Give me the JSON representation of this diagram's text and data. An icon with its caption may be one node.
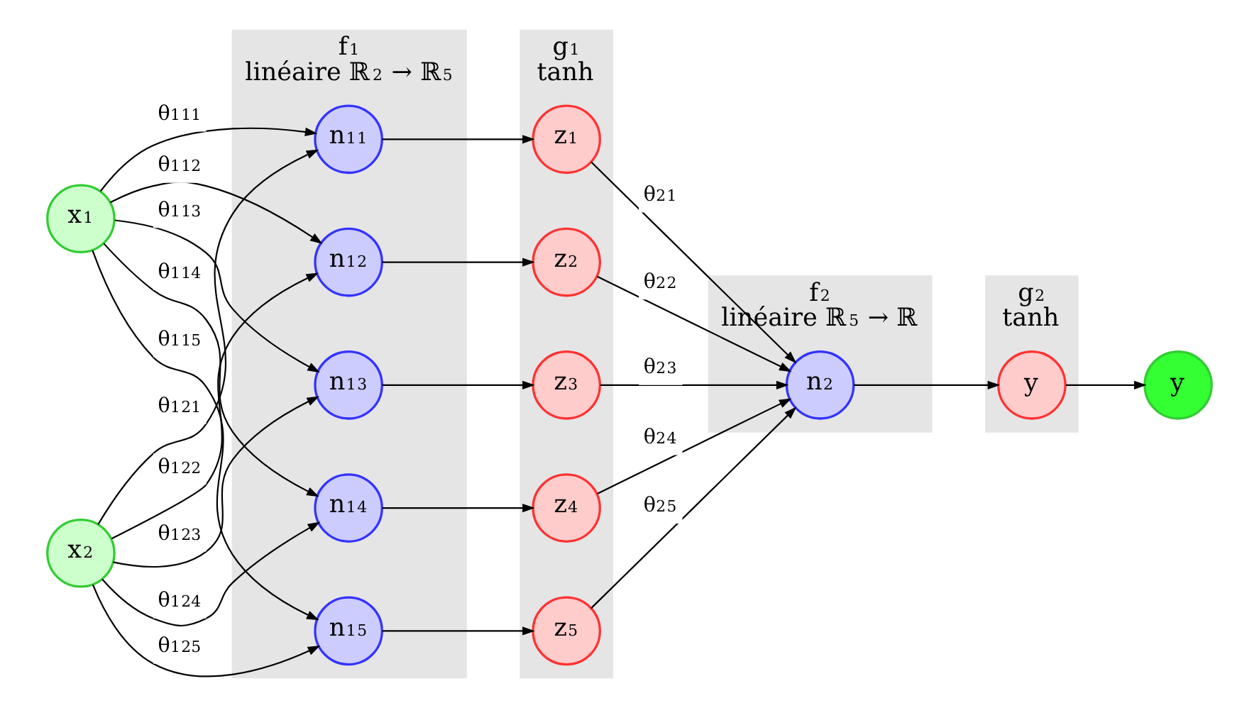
{
  "diagram": {
    "nodes": [
      {
        "text": [
          "f$_{1}$",
          "linéaire ℝ$^{2}$ → ℝ$^{5}$"
        ]
      },
      {
        "text": [
          "g$_{1}$",
          "tanh"
        ]
      },
      {
        "text": [
          "f$_{2}$",
          "linéaire ℝ$^{5}$ → ℝ"
        ]
      },
      {
        "text": [
          "g$_{2}$",
          "tanh"
        ]
      },
      {
        "text": [
          "x$_{1}$"
        ]
      },
      {
        "text": [
          "x$_{2}$"
        ]
      },
      {
        "text": [
          "n$^{1}$$_{1}$"
        ],
        "in": 0
      },
      {
        "text": [
          "n$^{1}$$_{2}$"
        ],
        "in": 0
      },
      {
        "text": [
          "n$^{1}$$_{3}$"
        ],
        "in": 0
      },
      {
        "text": [
          "n$^{1}$$_{4}$"
        ],
        "in": 0
      },
      {
        "text": [
          "n$^{1}$$_{5}$"
        ],
        "in": 0
      },
      {
        "text": [
          "z$_{1}$"
        ],
        "in": 1
      },
      {
        "text": [
          "z$_{2}$"
        ],
        "in": 1
      },
      {
        "text": [
          "z$_{3}$"
        ],
        "in": 1
      },
      {
        "text": [
          "z$_{4}$"
        ],
        "in": 1
      },
      {
        "text": [
          "z$_{5}$"
        ],
        "in": 1
      },
      {
        "text": [
          "n$^{2}$"
        ],
        "in": 2
      },
      {
        "text": [
          "y"
        ],
        "in": 3
      },
      {
        "text": [
          "y"
        ]
      }
    ],
    "edges": [
      {
        "from": 4,
        "to": 6,
        "arrow": "to",
        "label": "θ$^{1}$$_{11}$"
      },
      {
        "from": 4,
        "to": 7,
        "arrow": "to",
        "label": "θ$^{1}$$_{12}$"
      },
      {
        "from": 4,
        "to": 8,
        "arrow": "to",
        "label": "θ$^{1}$$_{13}$"
      },
      {
        "from": 4,
        "to": 9,
        "arrow": "to",
        "label": "θ$^{1}$$_{14}$"
      },
      {
        "from": 4,
        "to": 10,
        "arrow": "to",
        "label": "θ$^{1}$$_{15}$"
      },
      {
        "from": 5,
        "to": 6,
        "arrow": "to",
        "label": "θ$^{1}$$_{21}$"
      },
      {
        "from": 5,
        "to": 7,
        "arrow": "to",
        "label": "θ$^{1}$$_{22}$"
      },
      {
        "from": 5,
        "to": 8,
        "arrow": "to",
        "label": "θ$^{1}$$_{23}$"
      },
      {
        "from": 5,
        "to": 9,
        "arrow": "to",
        "label": "θ$^{1}$$_{24}$"
      },
      {
        "from": 5,
        "to": 10,
        "arrow": "to",
        "label": "θ$^{1}$$_{25}$"
      },
      {
        "from": 6,
        "to": 11,
        "arrow": "to"
      },
      {
        "from": 7,
        "to": 12,
        "arrow": "to"
      },
      {
        "from": 8,
        "to": 13,
        "arrow": "to"
      },
      {
        "from": 9,
        "to": 14,
        "arrow": "to"
      },
      {
        "from": 10,
        "to": 15,
        "arrow": "to"
      },
      {
        "from": 11,
        "to": 16,
        "arrow": "to",
        "label": "θ$^{2}$$_{1}$"
      },
      {
        "from": 12,
        "to": 16,
        "arrow": "to",
        "label": "θ$^{2}$$_{2}$"
      },
      {
        "from": 13,
        "to": 16,
        "arrow": "to",
        "label": "θ$^{2}$$_{3}$"
      },
      {
        "from": 14,
        "to": 16,
        "arrow": "to",
        "label": "θ$^{2}$$_{4}$"
      },
      {
        "from": 15,
        "to": 16,
        "arrow": "to",
        "label": "θ$^{2}$$_{5}$"
      },
      {
        "from": 16,
        "to": 17,
        "arrow": "to"
      },
      {
        "from": 17,
        "to": 18,
        "arrow": "to"
      }
    ]
  }
}
